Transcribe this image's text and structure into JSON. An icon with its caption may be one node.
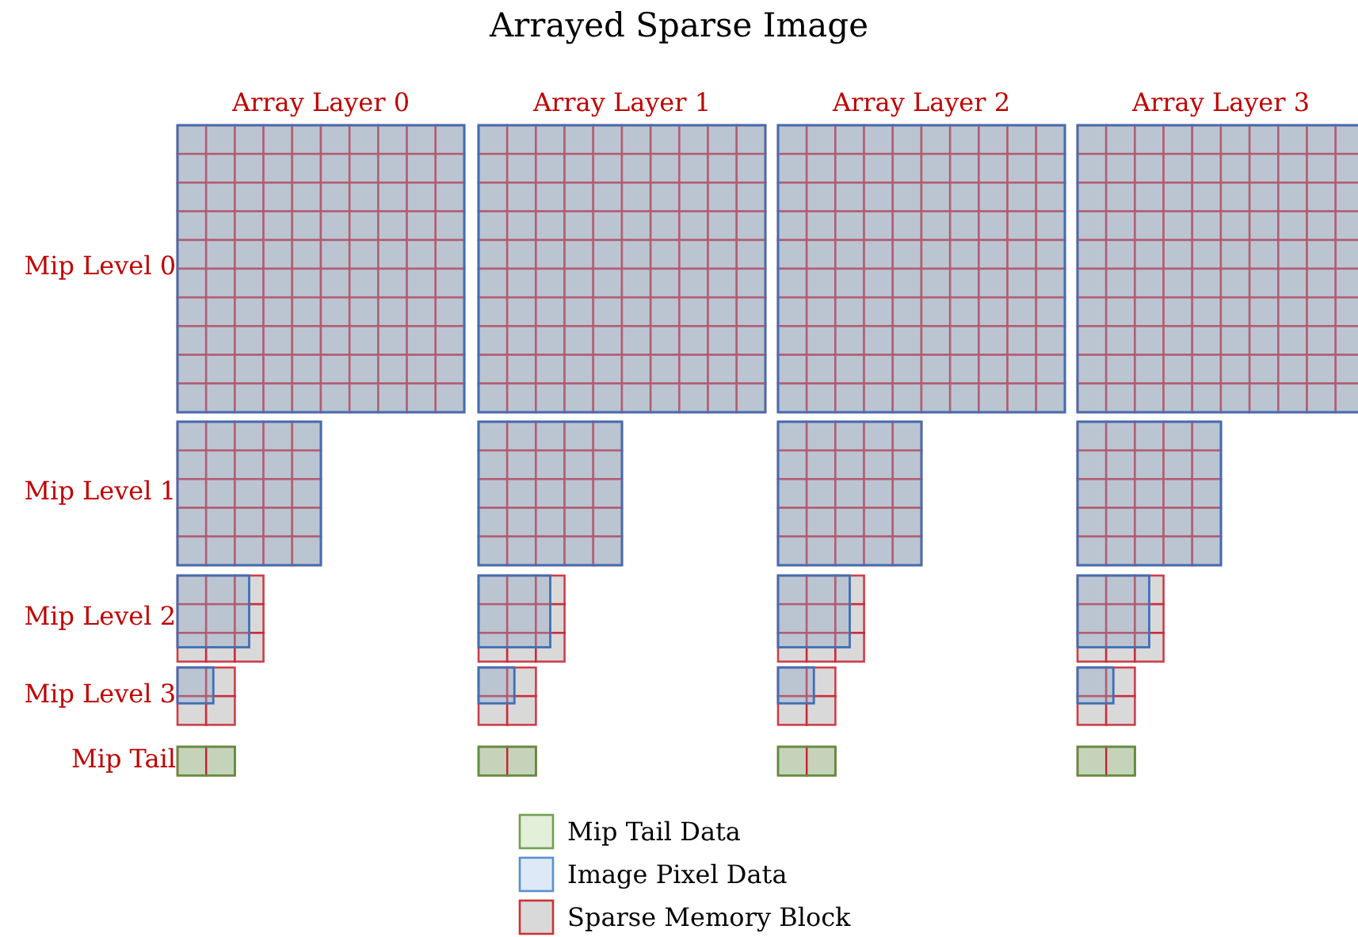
{
  "diagram": {
    "title": "Arrayed Sparse Image",
    "labels": [
      "Array Layer 0",
      "Array Layer 1",
      "Array Layer 2",
      "Array Layer 3",
      "Mip Level 0",
      "Mip Level 1",
      "Mip Level 2",
      "Mip Level 3",
      "Mip Tail"
    ],
    "legend": [
      {
        "text": "Mip Tail Data",
        "color": "#e2efd9"
      },
      {
        "text": "Image Pixel Data",
        "color": "#dde9f6"
      },
      {
        "text": "Sparse Memory Block",
        "color": "#d9d9d9"
      }
    ]
  }
}
